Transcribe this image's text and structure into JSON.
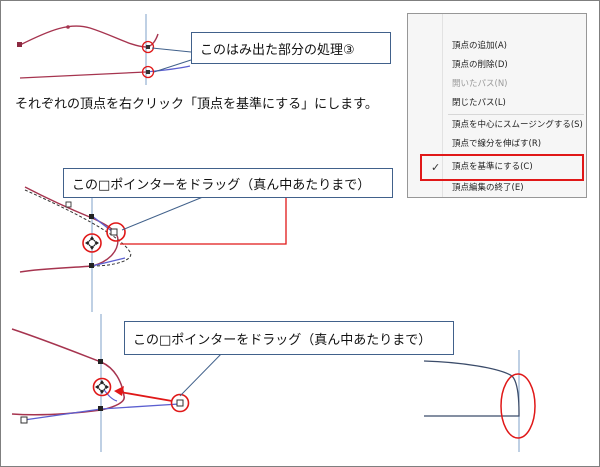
{
  "callouts": {
    "top": "このはみ出た部分の処理③",
    "middle": "この□ポインターをドラッグ（真ん中あたりまで）",
    "bottom": "この□ポインターをドラッグ（真ん中あたりまで）"
  },
  "instruction": "それぞれの頂点を右クリック「頂点を基準にする」にします。",
  "menu": {
    "items": [
      "頂点の追加(A)",
      "頂点の削除(D)",
      "開いたパス(N)",
      "閉じたパス(L)",
      "頂点を中心にスムージングする(S)",
      "頂点で線分を伸ばす(R)",
      "頂点を基準にする(C)",
      "頂点編集の終了(E)"
    ],
    "disabled_item": "開いたパス(N)",
    "checked_item": "頂点を基準にする(C)",
    "check_glyph": "✓"
  },
  "colors": {
    "curve": "#a6344f",
    "line": "#5b5fd0",
    "axis": "#7fa1c9",
    "highlight": "#e01818",
    "callout_border": "#41618b"
  },
  "icons": [
    "move-pointer-icon",
    "vertex-handle-icon",
    "check-icon"
  ]
}
